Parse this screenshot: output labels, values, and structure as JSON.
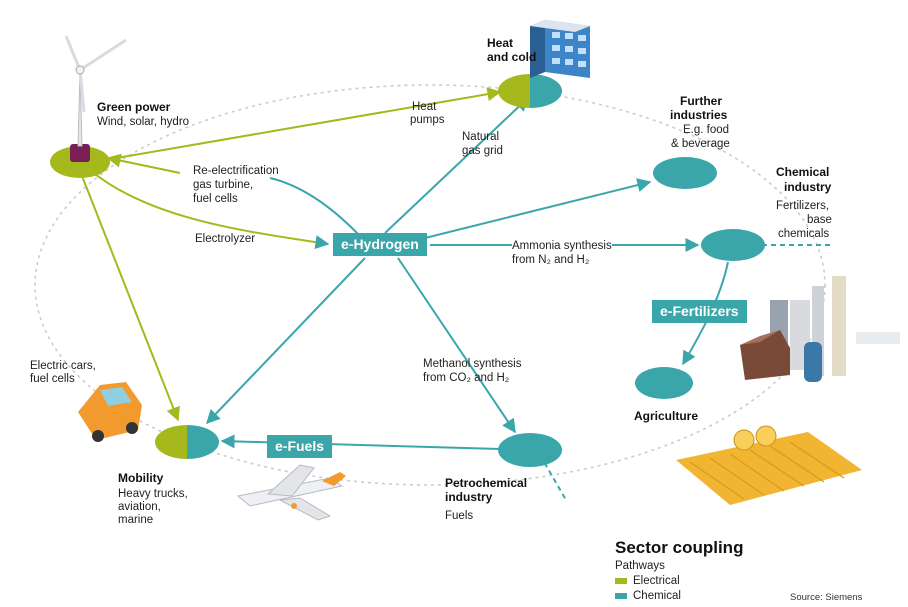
{
  "colors": {
    "electrical": "#a5b81c",
    "chemical": "#3aa6aa",
    "ring": "#c9ccd3"
  },
  "nodes": {
    "green_power": {
      "title": "Green power",
      "sub": "Wind, solar, hydro"
    },
    "heat_cold": {
      "title_1": "Heat",
      "title_2": "and cold"
    },
    "further_industries": {
      "title_1": "Further",
      "title_2": "industries",
      "sub_1": "E.g. food",
      "sub_2": "& beverage"
    },
    "chemical_industry": {
      "title_1": "Chemical",
      "title_2": "industry",
      "sub_1": "Fertilizers,",
      "sub_2": "base",
      "sub_3": "chemicals"
    },
    "agriculture": {
      "title": "Agriculture"
    },
    "petrochemical": {
      "title_1": "Petrochemical",
      "title_2": "industry",
      "sub": "Fuels"
    },
    "mobility": {
      "title": "Mobility",
      "sub_1": "Heavy trucks,",
      "sub_2": "aviation,",
      "sub_3": "marine"
    },
    "electric_cars": {
      "line_1": "Electric cars,",
      "line_2": "fuel cells"
    }
  },
  "hubs": {
    "e_hydrogen": "e-Hydrogen",
    "e_fertilizers": "e-Fertilizers",
    "e_fuels": "e-Fuels"
  },
  "edges": {
    "heat_pumps": {
      "line_1": "Heat",
      "line_2": "pumps"
    },
    "natural_gas": {
      "line_1": "Natural",
      "line_2": "gas grid"
    },
    "reelectrification": {
      "line_1": "Re-electrification",
      "line_2": "gas turbine,",
      "line_3": "fuel cells"
    },
    "electrolyzer": "Electrolyzer",
    "ammonia": {
      "line_1": "Ammonia synthesis",
      "line_2": "from N₂ and H₂"
    },
    "methanol": {
      "line_1": "Methanol synthesis",
      "line_2": "from CO₂ and H₂"
    }
  },
  "legend": {
    "title": "Sector coupling",
    "subtitle": "Pathways",
    "electrical": "Electrical",
    "chemical": "Chemical"
  },
  "source": "Source: Siemens"
}
